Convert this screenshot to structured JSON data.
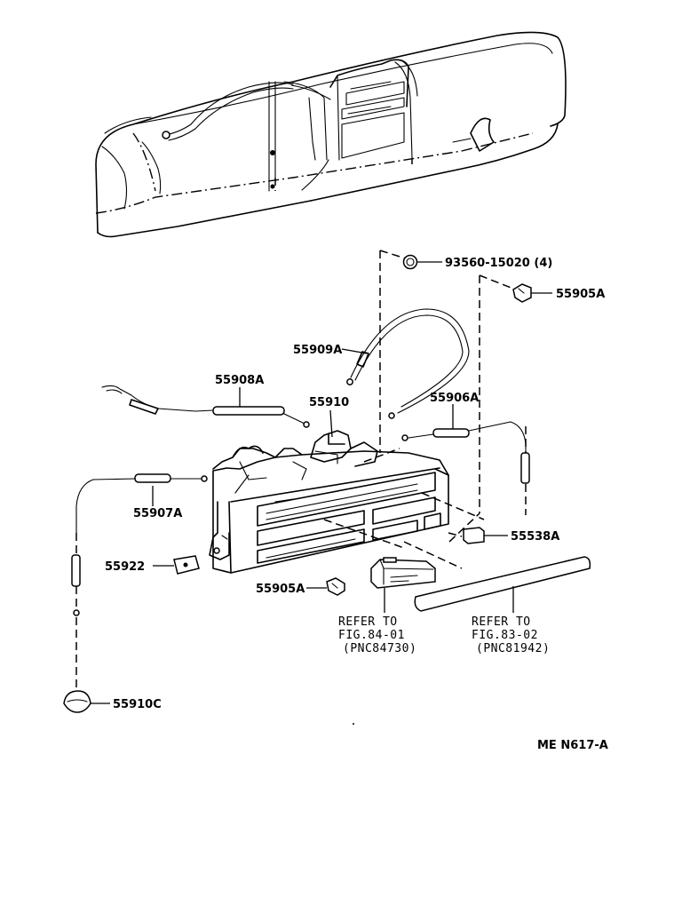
{
  "parts": [
    {
      "id": "93560-15020 (4)"
    },
    {
      "id": "55905A"
    },
    {
      "id": "55909A"
    },
    {
      "id": "55908A"
    },
    {
      "id": "55910"
    },
    {
      "id": "55906A"
    },
    {
      "id": "55907A"
    },
    {
      "id": "55538A"
    },
    {
      "id": "55922"
    },
    {
      "id": "55905A"
    },
    {
      "id": "55910C"
    }
  ],
  "refers": [
    {
      "line1": "REFER TO",
      "line2": "FIG.84-01",
      "line3": "(PNC84730)"
    },
    {
      "line1": "REFER TO",
      "line2": "FIG.83-02",
      "line3": "(PNC81942)"
    }
  ],
  "footer_code": "ME N617-A"
}
